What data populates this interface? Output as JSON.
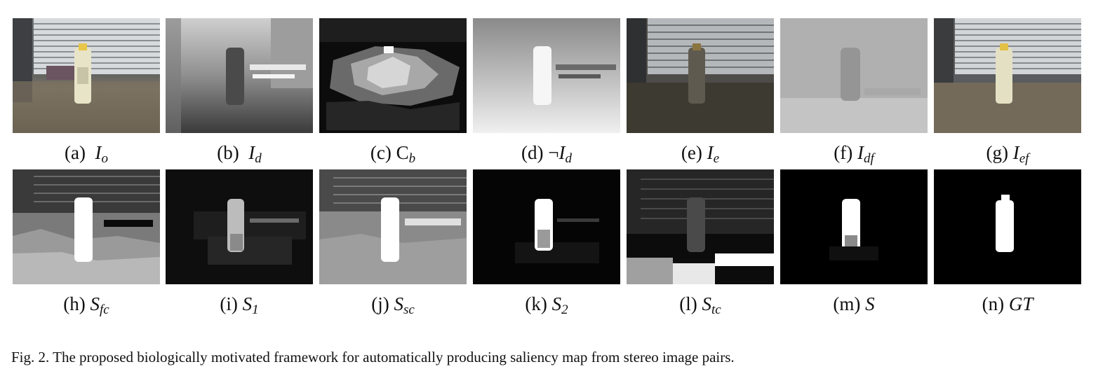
{
  "panels": [
    {
      "letter": "(a)",
      "neg": "",
      "base": "I",
      "sub": "o",
      "upright": false
    },
    {
      "letter": "(b)",
      "neg": "",
      "base": "I",
      "sub": "d",
      "upright": false
    },
    {
      "letter": "(c)",
      "neg": "",
      "base": "C",
      "sub": "b",
      "upright": true
    },
    {
      "letter": "(d)",
      "neg": "¬",
      "base": "I",
      "sub": "d",
      "upright": false
    },
    {
      "letter": "(e)",
      "neg": "",
      "base": "I",
      "sub": "e",
      "upright": false
    },
    {
      "letter": "(f)",
      "neg": "",
      "base": "I",
      "sub": "df",
      "upright": false
    },
    {
      "letter": "(g)",
      "neg": "",
      "base": "I",
      "sub": "ef",
      "upright": false
    },
    {
      "letter": "(h)",
      "neg": "",
      "base": "S",
      "sub": "fc",
      "upright": false
    },
    {
      "letter": "(i)",
      "neg": "",
      "base": "S",
      "sub": "1",
      "upright": false
    },
    {
      "letter": "(j)",
      "neg": "",
      "base": "S",
      "sub": "sc",
      "upright": false
    },
    {
      "letter": "(k)",
      "neg": "",
      "base": "S",
      "sub": "2",
      "upright": false
    },
    {
      "letter": "(l)",
      "neg": "",
      "base": "S",
      "sub": "tc",
      "upright": false
    },
    {
      "letter": "(m)",
      "neg": "",
      "base": "S",
      "sub": "",
      "upright": false
    },
    {
      "letter": "(n)",
      "neg": "",
      "base": "GT",
      "sub": "",
      "upright": false
    }
  ],
  "caption": "Fig. 2. The proposed biologically motivated framework for automatically producing saliency map from stereo image pairs."
}
